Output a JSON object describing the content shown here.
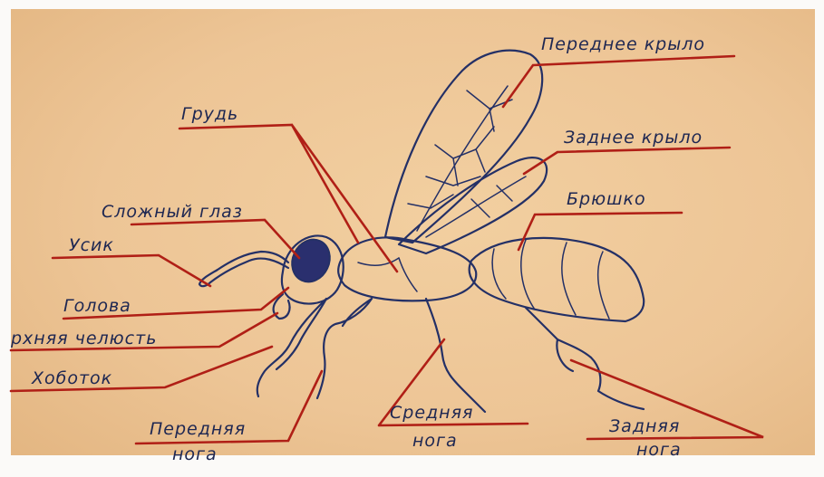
{
  "labels": {
    "front_wing": "Переднее крыло",
    "hind_wing": "Заднее крыло",
    "thorax": "Грудь",
    "abdomen": "Брюшко",
    "compound_eye": "Сложный глаз",
    "antenna": "Усик",
    "head": "Голова",
    "upper_jaw": "рхняя челюсть",
    "proboscis": "Хоботок",
    "front_leg_1": "Передняя",
    "front_leg_2": "нога",
    "middle_leg_1": "Средняя",
    "middle_leg_2": "нога",
    "hind_leg_1": "Задняя",
    "hind_leg_2": "нога"
  },
  "colors": {
    "paper": "#edc596",
    "ink": "#243066",
    "leader_lines": "#b01f16",
    "eye_fill": "#2a2f6e"
  }
}
